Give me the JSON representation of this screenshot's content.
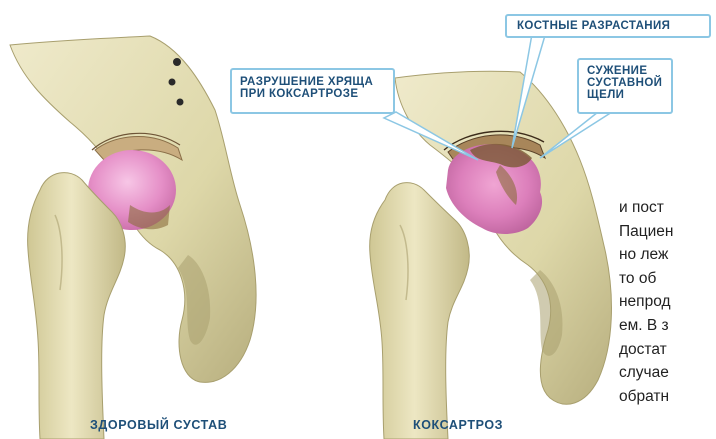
{
  "labels": {
    "healthy_caption": "ЗДОРОВЫЙ СУСТАВ",
    "disease_caption": "КОКСАРТРОЗ",
    "callout_bone": "КОСТНЫЕ РАЗРАСТАНИЯ",
    "callout_cartilage": [
      "РАЗРУШЕНИЕ ХРЯЩА",
      "ПРИ КОКСАРТРОЗЕ"
    ],
    "callout_space": [
      "СУЖЕНИЕ",
      "СУСТАВНОЙ",
      "ЩЕЛИ"
    ]
  },
  "side_text": [
    "и пост",
    "Пациен",
    "но леж",
    "то об",
    "непрод",
    "ем. В з",
    "достат",
    "случае",
    "обратн"
  ],
  "colors": {
    "bone": "#e2ddb0",
    "bone_shade": "#b5ad7c",
    "head_pink": "#e58fc7",
    "cartilage": "#b89a70",
    "callout_border": "#8cc7e4",
    "caption_text": "#1e4f78"
  }
}
